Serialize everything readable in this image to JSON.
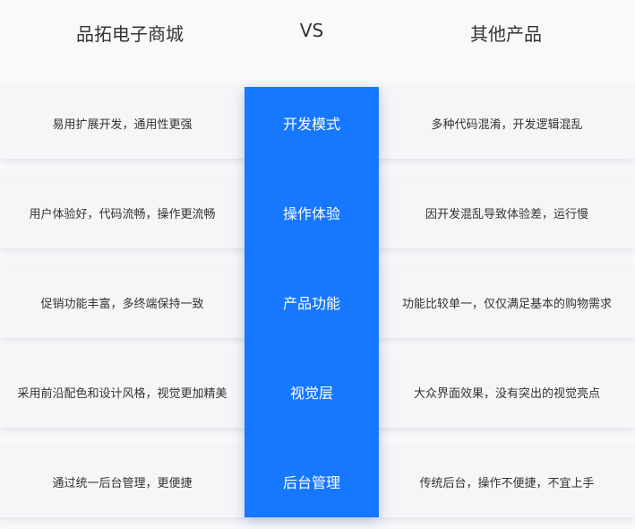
{
  "header": {
    "left_title": "品拓电子商城",
    "vs_label": "VS",
    "right_title": "其他产品"
  },
  "colors": {
    "accent": "#1677ff",
    "row_bg": "#f5f6f8",
    "page_bg": "#f9f9fa",
    "text": "#333333"
  },
  "rows": [
    {
      "feature": "开发模式",
      "ours": "易用扩展开发，通用性更强",
      "others": "多种代码混淆，开发逻辑混乱"
    },
    {
      "feature": "操作体验",
      "ours": "用户体验好，代码流畅，操作更流畅",
      "others": "因开发混乱导致体验差，运行慢"
    },
    {
      "feature": "产品功能",
      "ours": "促销功能丰富，多终端保持一致",
      "others": "功能比较单一，仅仅满足基本的购物需求"
    },
    {
      "feature": "视觉层",
      "ours": "采用前沿配色和设计风格，视觉更加精美",
      "others": "大众界面效果，没有突出的视觉亮点"
    },
    {
      "feature": "后台管理",
      "ours": "通过统一后台管理，更便捷",
      "others": "传统后台，操作不便捷，不宜上手"
    }
  ]
}
